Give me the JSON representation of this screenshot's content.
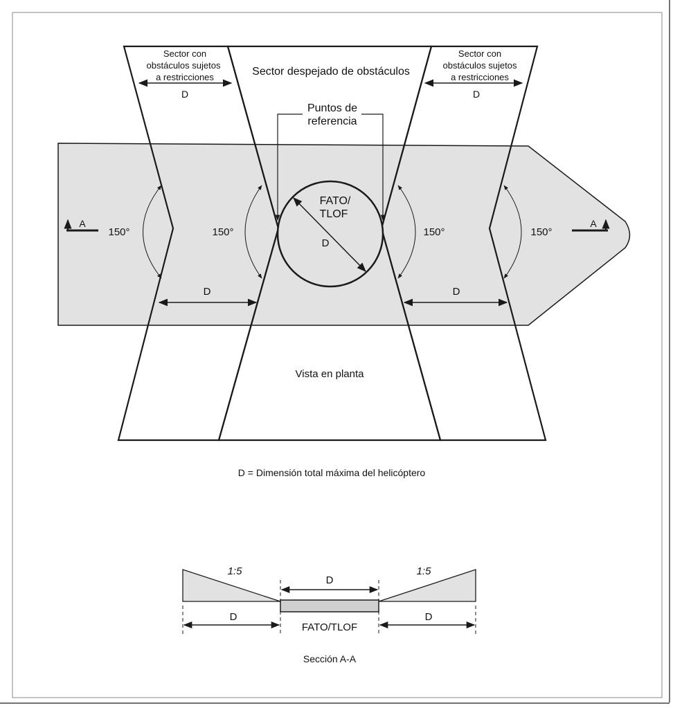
{
  "plan": {
    "sector_left": [
      "Sector con",
      "obstáculos sujetos",
      "a restricciones"
    ],
    "sector_right": [
      "Sector con",
      "obstáculos sujetos",
      "a restricciones"
    ],
    "sector_center": "Sector despejado de obstáculos",
    "reference_points": [
      "Puntos de",
      "referencia"
    ],
    "fato_tlof": [
      "FATO/",
      "TLOF"
    ],
    "d": "D",
    "angle": "150°",
    "section_marker": "A",
    "plan_view": "Vista en planta"
  },
  "legend": "D = Dimensión total máxima del helicóptero",
  "section": {
    "slope": "1:5",
    "d": "D",
    "fato_tlof": "FATO/TLOF",
    "caption": "Sección A-A"
  },
  "colors": {
    "fill": "#e2e2e2",
    "stroke": "#1a1a1a",
    "frame": "#555555"
  }
}
